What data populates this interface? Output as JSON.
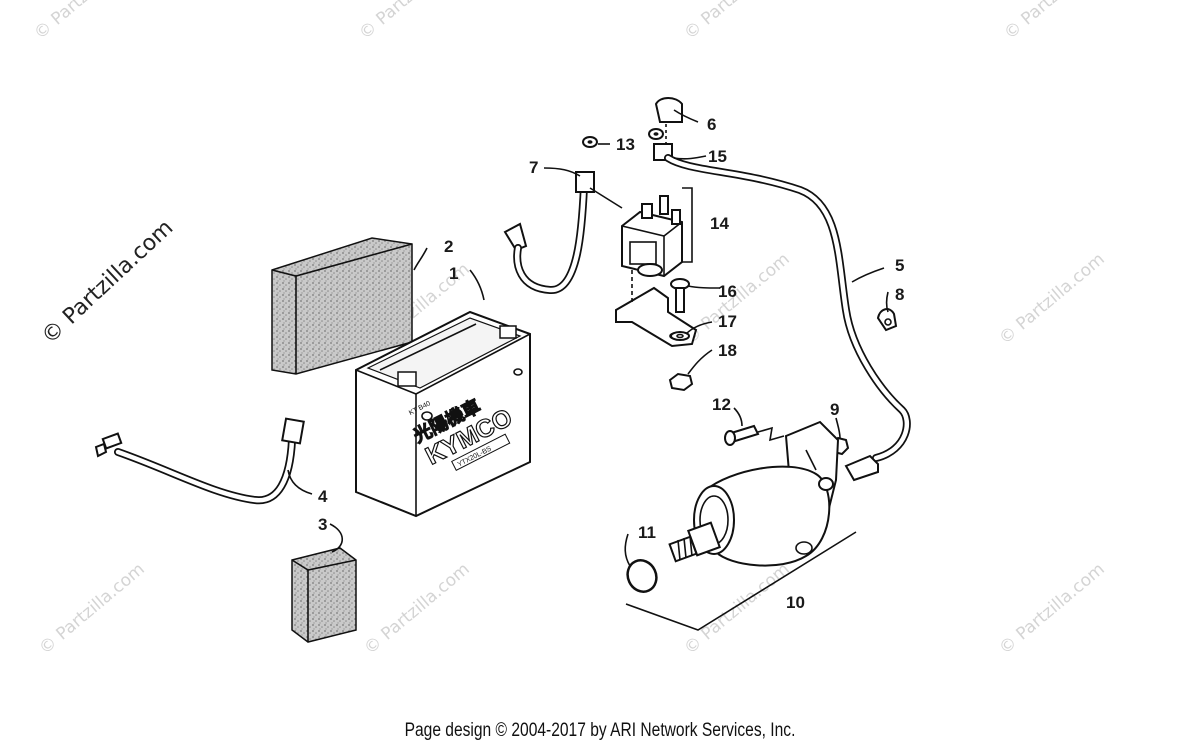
{
  "watermark": {
    "text": "© Partzilla.com"
  },
  "callouts": [
    "1",
    "2",
    "3",
    "4",
    "5",
    "6",
    "7",
    "8",
    "9",
    "10",
    "11",
    "12",
    "13",
    "14",
    "15",
    "16",
    "17",
    "18"
  ],
  "battery": {
    "brand": "KYMCO",
    "code": "KT B40",
    "model": "YTX20L-BS"
  },
  "footer": "Page design © 2004-2017 by ARI Network Services, Inc."
}
